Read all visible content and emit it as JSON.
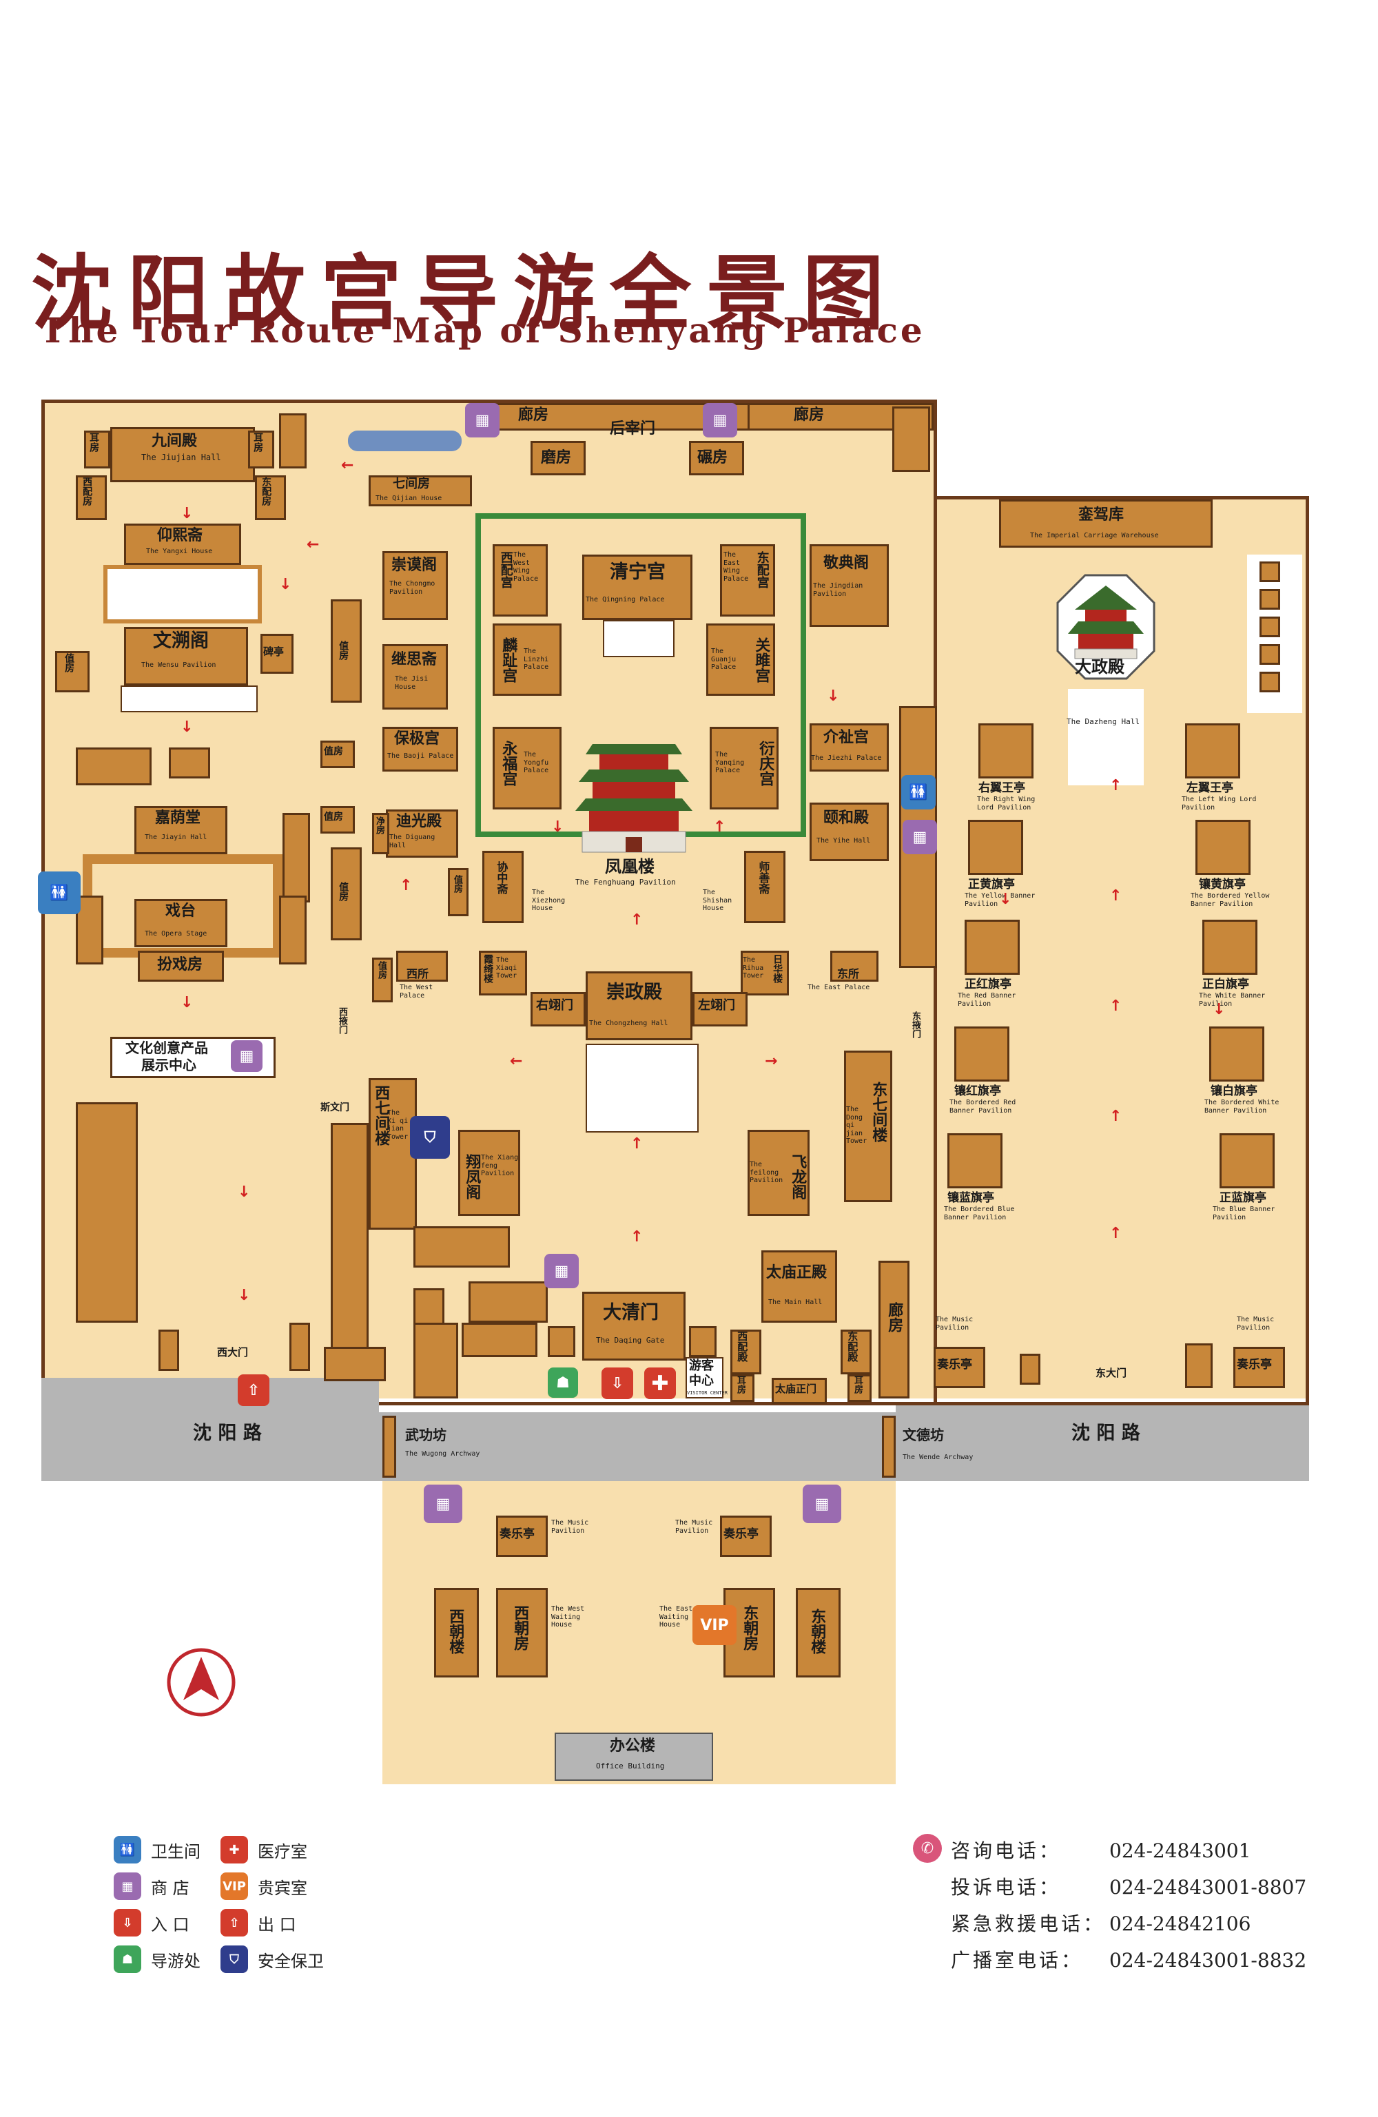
{
  "title": {
    "cn": "沈阳故宫导游全景图",
    "en": "The Tour Route Map of Shenyang Palace"
  },
  "colors": {
    "plaza": "#f8dfae",
    "building": "#c8873a",
    "wall": "#6a3a1a",
    "road": "#b5b5b5",
    "route_arrow": "#d22020",
    "title": "#7a1e1e"
  },
  "roads": {
    "west": "沈 阳 路",
    "east": "沈 阳 路"
  },
  "gates": {
    "houzai": "后宰门",
    "west_big": "西大门",
    "east_big": "东大门",
    "taimiao": "太庙正门",
    "west_side": "斯文门",
    "west_yi": "西掖门",
    "east_yi": "东掖门",
    "wugong": {
      "cn": "武功坊",
      "en": "The Wugong Archway"
    },
    "wende": {
      "cn": "文德坊",
      "en": "The Wende Archway"
    }
  },
  "buildings": {
    "langfang_w": "廊房",
    "langfang_e": "廊房",
    "mofang": "磨房",
    "nianfang": "碾房",
    "jiujian": {
      "cn": "九间殿",
      "en": "The Jiujian Hall"
    },
    "erfang1": "耳房",
    "erfang2": "耳房",
    "xipei_nw": "西配房",
    "dongpei_nw": "东配房",
    "qijian": {
      "cn": "七间房",
      "en": "The Qijian House"
    },
    "yangxi": {
      "cn": "仰熙斋",
      "en": "The Yangxi House"
    },
    "wensu": {
      "cn": "文溯阁",
      "en": "The Wensu Pavilion"
    },
    "beiting": "碑亭",
    "zhifang": "值房",
    "chongmo": {
      "cn": "崇谟阁",
      "en": "The Chongmo Pavilion"
    },
    "jisi": {
      "cn": "继思斋",
      "en": "The Jisi House"
    },
    "baoji": {
      "cn": "保极宫",
      "en": "The Baoji Palace"
    },
    "diguang": {
      "cn": "迪光殿",
      "en": "The Diguang Hall"
    },
    "jingfang": "净房",
    "jiayin": {
      "cn": "嘉荫堂",
      "en": "The Jiayin Hall"
    },
    "opera": {
      "cn": "戏台",
      "en": "The Opera Stage"
    },
    "banxi": "扮戏房",
    "west_palace": {
      "cn": "西所",
      "en": "The West Palace"
    },
    "qingning": {
      "cn": "清宁宫",
      "en": "The Qingning Palace"
    },
    "xipei_gong": {
      "cn": "西配宫",
      "en": "The West Wing Palace"
    },
    "dongpei_gong": {
      "cn": "东配宫",
      "en": "The East Wing Palace"
    },
    "linzhi": {
      "cn": "麟趾宫",
      "en": "The Linzhi Palace"
    },
    "guanju": {
      "cn": "关雎宫",
      "en": "The Guanju Palace"
    },
    "yongfu": {
      "cn": "永福宫",
      "en": "The Yongfu Palace"
    },
    "yanqing": {
      "cn": "衍庆宫",
      "en": "The Yanqing Palace"
    },
    "fenghuang": {
      "cn": "凤凰楼",
      "en": "The Fenghuang Pavilion"
    },
    "xiezhong": {
      "cn": "协中斋",
      "en": "The Xiezhong House"
    },
    "shishan": {
      "cn": "师善斋",
      "en": "The Shishan House"
    },
    "xiaqi": {
      "cn": "霞绮楼",
      "en": "The Xiaqi Tower"
    },
    "rihua": {
      "cn": "日华楼",
      "en": "The Rihua Tower"
    },
    "chongzheng": {
      "cn": "崇政殿",
      "en": "The Chongzheng Hall"
    },
    "youxiang": "右翊门",
    "zuoxiang": "左翊门",
    "jingdian": {
      "cn": "敬典阁",
      "en": "The Jingdian Pavilion"
    },
    "jiezhi": {
      "cn": "介祉宫",
      "en": "The Jiezhi Palace"
    },
    "yihe": {
      "cn": "颐和殿",
      "en": "The Yihe Hall"
    },
    "east_palace": {
      "cn": "东所",
      "en": "The East Palace"
    },
    "xiqijian": {
      "cn": "西七间楼",
      "en": "The Xi qi jian Tower"
    },
    "dongqijian": {
      "cn": "东七间楼",
      "en": "The Dong qi jian Tower"
    },
    "xiangfeng": {
      "cn": "翔凤阁",
      "en": "The Xiang feng Pavilion"
    },
    "feilong": {
      "cn": "飞龙阁",
      "en": "The feilong Pavilion"
    },
    "daqing": {
      "cn": "大清门",
      "en": "The Daqing Gate"
    },
    "taimiao_main": {
      "cn": "太庙正殿",
      "en": "The Main Hall"
    },
    "xipei_tm": "西配殿",
    "dongpei_tm": "东配殿",
    "erfang_tm1": "耳房",
    "erfang_tm2": "耳房",
    "imperial_carriage": {
      "cn": "銮驾库",
      "en": "The Imperial Carriage Warehouse"
    },
    "dazheng": {
      "cn": "大政殿",
      "en": "The Dazheng Hall"
    },
    "right_wing": {
      "cn": "右翼王亭",
      "en": "The Right Wing Lord Pavilion"
    },
    "left_wing": {
      "cn": "左翼王亭",
      "en": "The Left Wing Lord Pavilion"
    },
    "yellow": {
      "cn": "正黄旗亭",
      "en": "The Yellow Banner Pavilion"
    },
    "bordered_yellow": {
      "cn": "镶黄旗亭",
      "en": "The Bordered Yellow Banner Pavilion"
    },
    "red": {
      "cn": "正红旗亭",
      "en": "The Red Banner Pavilion"
    },
    "white": {
      "cn": "正白旗亭",
      "en": "The White Banner Pavilion"
    },
    "bordered_red": {
      "cn": "镶红旗亭",
      "en": "The Bordered Red Banner Pavilion"
    },
    "bordered_white": {
      "cn": "镶白旗亭",
      "en": "The Bordered White Banner Pavilion"
    },
    "bordered_blue": {
      "cn": "镶蓝旗亭",
      "en": "The Bordered Blue Banner Pavilion"
    },
    "blue": {
      "cn": "正蓝旗亭",
      "en": "The Blue Banner Pavilion"
    },
    "music_w": {
      "cn": "奏乐亭",
      "en": "The Music Pavilion"
    },
    "music_e": {
      "cn": "奏乐亭",
      "en": "The Music Pavilion"
    },
    "langfang_s": "廊房",
    "culture_center": [
      "文化创意产品",
      "展示中心"
    ],
    "visitor_center": [
      "游客",
      "中心"
    ],
    "visitor_center_en": "VISITOR CENTER",
    "music_sw": {
      "cn": "奏乐亭",
      "en": "The Music Pavilion"
    },
    "music_se": {
      "cn": "奏乐亭",
      "en": "The Music Pavilion"
    },
    "xichao_lou": "西朝楼",
    "xichao_fang": {
      "cn": "西朝房",
      "en": "The West Waiting House"
    },
    "dongchao_fang": {
      "cn": "东朝房",
      "en": "The East Waiting House"
    },
    "dongchao_lou": "东朝楼",
    "office": {
      "cn": "办公楼",
      "en": "Office Building"
    }
  },
  "icons": {
    "wc": "wc-icon",
    "shop": "gift-icon",
    "entrance": "entrance-icon",
    "exit": "exit-icon",
    "medical": "medical-cross-icon",
    "vip": "VIP",
    "guide": "guide-icon",
    "security": "security-icon",
    "north": "north-arrow-icon"
  },
  "legend": [
    {
      "icon": "wc",
      "label": "卫生间"
    },
    {
      "icon": "medical",
      "label": "医疗室"
    },
    {
      "icon": "shop",
      "label": "商 店"
    },
    {
      "icon": "vip",
      "label": "贵宾室"
    },
    {
      "icon": "entrance",
      "label": "入 口"
    },
    {
      "icon": "exit",
      "label": "出 口"
    },
    {
      "icon": "guide",
      "label": "导游处"
    },
    {
      "icon": "security",
      "label": "安全保卫"
    }
  ],
  "contacts": [
    {
      "label": "咨询电话：",
      "value": "024-24843001"
    },
    {
      "label": "投诉电话：",
      "value": "024-24843001-8807"
    },
    {
      "label": "紧急救援电话：",
      "value": "024-24842106"
    },
    {
      "label": "广播室电话：",
      "value": "024-24843001-8832"
    }
  ]
}
